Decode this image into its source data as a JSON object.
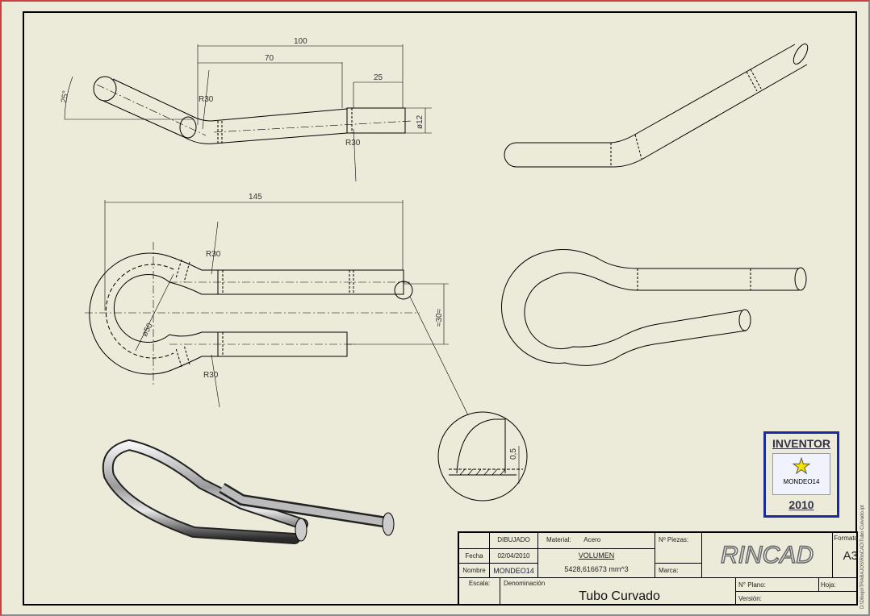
{
  "dimensions": {
    "top_100": "100",
    "top_70": "70",
    "top_25": "25",
    "angle": "25°",
    "r30_a": "R30",
    "r30_b": "R30",
    "dia12": "ø12",
    "plan_145": "145",
    "plan_r30_a": "R30",
    "plan_r30_b": "R30",
    "plan_dia50": "ø50",
    "plan_30": "≈30≈",
    "detail_05": "0,5"
  },
  "logo": {
    "title": "INVENTOR",
    "caption": "MONDEO14",
    "year": "2010"
  },
  "title_block": {
    "dibujado": "DIBUJADO",
    "material_label": "Material:",
    "material_value": "Acero",
    "piezas_label": "Nº Piezas:",
    "formato_label": "Formato",
    "formato_value": "A3",
    "fecha_label": "Fecha",
    "fecha_value": "02/04/2010",
    "volumen_label": "VOLUMEN",
    "volumen_value": "5428,616673 mm^3",
    "nombre_label": "Nombre",
    "nombre_value": "MONDEO14",
    "marca_label": "Marca:",
    "escala_label": "Escala:",
    "denominacion_label": "Denominación",
    "denominacion_value": "Tubo Curvado",
    "plano_label": "N° Plano:",
    "hoja_label": "Hoja:",
    "version_label": "Versión:",
    "company_logo": "RINCAD"
  },
  "file_path": "D:\\Dibujo\\TRABAJOS\\RinCAD\\Tubo Curvado.ipt"
}
